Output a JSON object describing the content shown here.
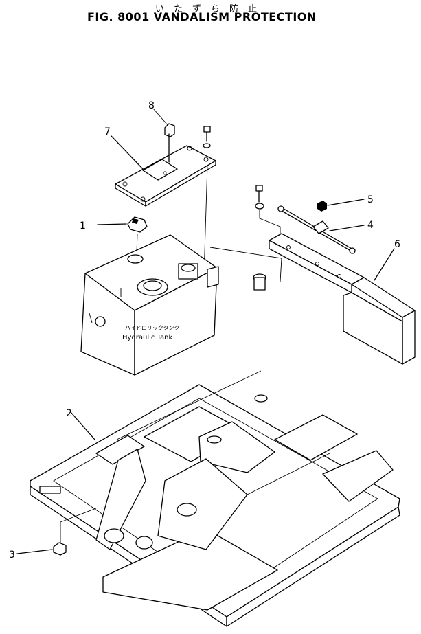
{
  "figure": {
    "title_jp": "いたずら防止",
    "title_en": "FIG. 8001  VANDALISM PROTECTION"
  },
  "tank_label": {
    "jp": "ハイドロリックタンク",
    "en": "Hydraulic  Tank"
  },
  "callouts": {
    "n1": "1",
    "n2": "2",
    "n3": "3",
    "n4": "4",
    "n5": "5",
    "n6": "6",
    "n7": "7",
    "n8": "8"
  }
}
